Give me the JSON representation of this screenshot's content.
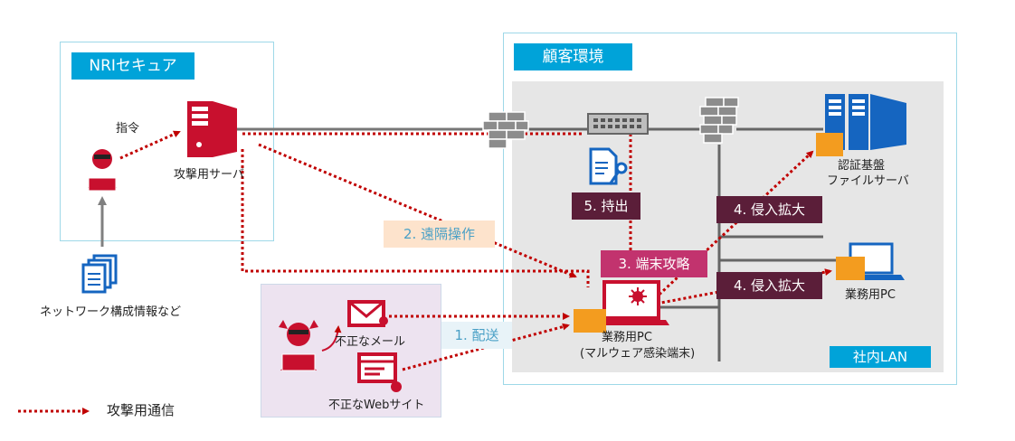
{
  "nri": {
    "title": "NRIセキュア",
    "command": "指令",
    "server": "攻撃用サーバ",
    "info": "ネットワーク構成情報など"
  },
  "customer": {
    "title": "顧客環境",
    "lan": "社内LAN"
  },
  "attack_source": {
    "mail": "不正なメール",
    "web": "不正なWebサイト"
  },
  "nodes": {
    "auth_server_line1": "認証基盤",
    "auth_server_line2": "ファイルサーバ",
    "work_pc": "業務用PC",
    "infected_pc_line1": "業務用PC",
    "infected_pc_line2": "(マルウェア感染端末)"
  },
  "steps": {
    "deliver": "1. 配送",
    "remote": "2. 遠隔操作",
    "terminal": "3. 端末攻略",
    "expand1": "4. 侵入拡大",
    "expand2": "4. 侵入拡大",
    "exfil": "5. 持出"
  },
  "legend": {
    "label": "攻撃用通信"
  },
  "colors": {
    "accent": "#00a3d9",
    "attack": "#c00000",
    "server_red": "#c8102e",
    "device_blue": "#1565c0",
    "orange": "#f39c1f"
  }
}
